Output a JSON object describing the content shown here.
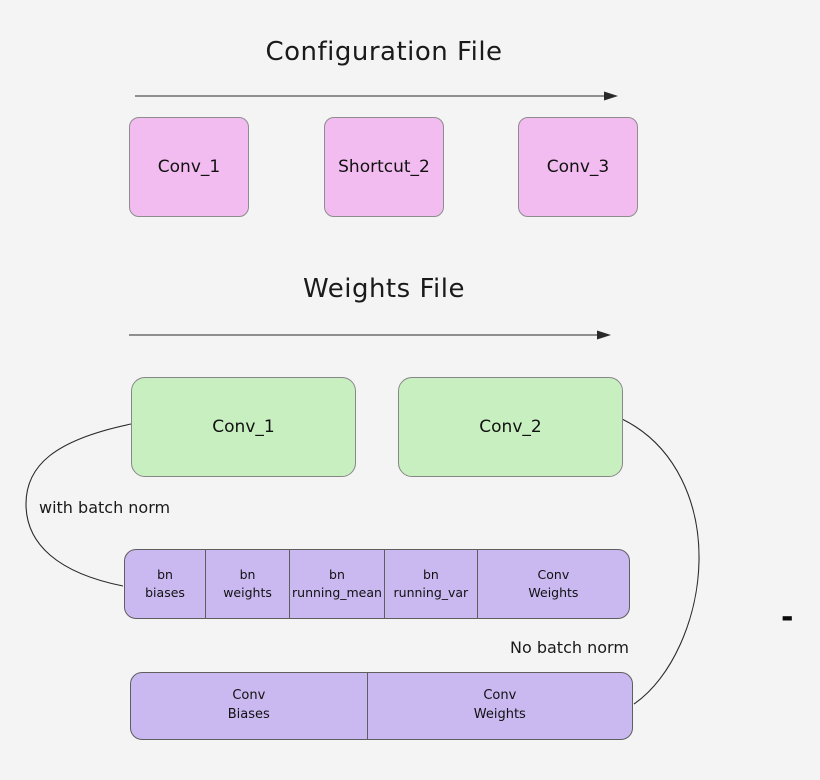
{
  "colors": {
    "background": "#f5f4f5",
    "config_block_fill": "#f2bcf0",
    "weights_block_fill": "#c8efc0",
    "weights_bar_fill": "#cab8f0",
    "block_border": "#8d8d8d",
    "bar_border": "#5e5e5e",
    "connector_line": "#2a2a2a",
    "text": "#1a1a1a"
  },
  "config_section": {
    "title": "Configuration File",
    "blocks": [
      {
        "label": "Conv_1"
      },
      {
        "label": "Shortcut_2"
      },
      {
        "label": "Conv_3"
      }
    ]
  },
  "weights_section": {
    "title": "Weights File",
    "blocks": [
      {
        "label": "Conv_1"
      },
      {
        "label": "Conv_2"
      }
    ],
    "with_bn_label": "with batch norm",
    "no_bn_label": "No batch norm",
    "bn_bar": {
      "cells": [
        {
          "line1": "bn",
          "line2": "biases"
        },
        {
          "line1": "bn",
          "line2": "weights"
        },
        {
          "line1": "bn",
          "line2": "running_mean"
        },
        {
          "line1": "bn",
          "line2": "running_var"
        },
        {
          "line1": "Conv",
          "line2": "Weights"
        }
      ]
    },
    "no_bn_bar": {
      "cells": [
        {
          "line1": "Conv",
          "line2": "Biases"
        },
        {
          "line1": "Conv",
          "line2": "Weights"
        }
      ]
    }
  },
  "marks": {
    "minus": "-"
  }
}
